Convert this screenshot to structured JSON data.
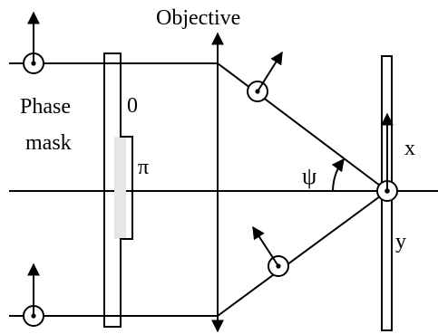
{
  "labels": {
    "objective": "Objective",
    "phase_mask_line1": "Phase",
    "phase_mask_line2": "mask",
    "phase_zero": "0",
    "phase_pi": "π",
    "angle_psi": "ψ",
    "axis_x": "x",
    "axis_y": "y"
  },
  "colors": {
    "stroke": "#000000",
    "mask_shade": "#e6e6e6",
    "background": "#ffffff"
  }
}
